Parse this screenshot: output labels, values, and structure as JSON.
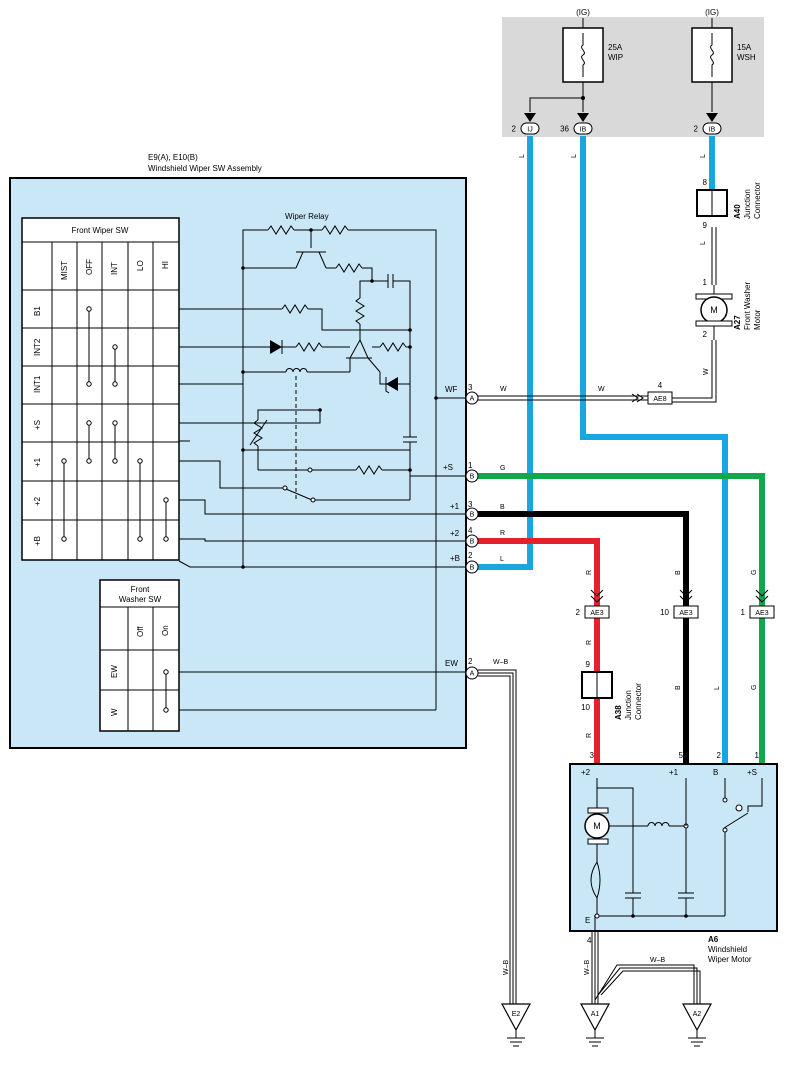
{
  "fuse_box": {
    "ig_labels": [
      "(IG)",
      "(IG)"
    ],
    "fuses": [
      {
        "rating": "25A",
        "name": "WIP"
      },
      {
        "rating": "15A",
        "name": "WSH"
      }
    ],
    "connectors": [
      {
        "pin": "2",
        "code": "IJ"
      },
      {
        "pin": "36",
        "code": "IB"
      },
      {
        "pin": "2",
        "code": "IB"
      }
    ]
  },
  "switch_assembly": {
    "ref": "E9(A), E10(B)",
    "title": "Windshield Wiper SW Assembly",
    "front_wiper_sw": {
      "title": "Front Wiper SW",
      "columns": [
        "MIST",
        "OFF",
        "INT",
        "LO",
        "HI"
      ],
      "rows": [
        "B1",
        "INT2",
        "INT1",
        "+S",
        "+1",
        "+2",
        "+B"
      ]
    },
    "wiper_relay": "Wiper Relay",
    "front_washer_sw": {
      "title_line1": "Front",
      "title_line2": "Washer SW",
      "columns": [
        "Off",
        "On"
      ],
      "rows": [
        "EW",
        "W"
      ]
    },
    "terminals": [
      {
        "name": "WF",
        "pin": "3",
        "conn": "A"
      },
      {
        "name": "+S",
        "pin": "1",
        "conn": "B"
      },
      {
        "name": "+1",
        "pin": "3",
        "conn": "B"
      },
      {
        "name": "+2",
        "pin": "4",
        "conn": "B"
      },
      {
        "name": "+B",
        "pin": "2",
        "conn": "B"
      },
      {
        "name": "EW",
        "pin": "2",
        "conn": "A"
      }
    ]
  },
  "wire_colors": {
    "L": "L",
    "W": "W",
    "G": "G",
    "B": "B",
    "R": "R",
    "WB": "W–B"
  },
  "wire_palette": {
    "blue": "#19a7e0",
    "green": "#11a84d",
    "black": "#000000",
    "red": "#e8202a",
    "panel_fill": "#c9e7f7",
    "fuse_box_fill": "#d9d9d9"
  },
  "junction_a40": {
    "ref": "A40",
    "line1": "Junction",
    "line2": "Connector",
    "pin_top": "8",
    "pin_bottom": "9"
  },
  "junction_a38": {
    "ref": "A38",
    "line1": "Junction",
    "line2": "Connector",
    "pin_top": "9",
    "pin_bottom": "10"
  },
  "washer_motor": {
    "ref": "A27",
    "line1": "Front Washer",
    "line2": "Motor",
    "pin_top": "1",
    "pin_bottom": "2",
    "symbol": "M"
  },
  "ae8": {
    "pin": "4",
    "label": "AE8"
  },
  "ae3": [
    {
      "pin": "2",
      "label": "AE3"
    },
    {
      "pin": "10",
      "label": "AE3"
    },
    {
      "pin": "1",
      "label": "AE3"
    }
  ],
  "wiper_motor": {
    "ref": "A6",
    "line1": "Windshield",
    "line2": "Wiper Motor",
    "pins_top": [
      "3",
      "5",
      "2",
      "1"
    ],
    "terminals": [
      "+2",
      "+1",
      "B",
      "+S"
    ],
    "ground_terminal": "E",
    "ground_pin": "4",
    "symbol": "M"
  },
  "grounds": [
    "E2",
    "A1",
    "A2"
  ]
}
